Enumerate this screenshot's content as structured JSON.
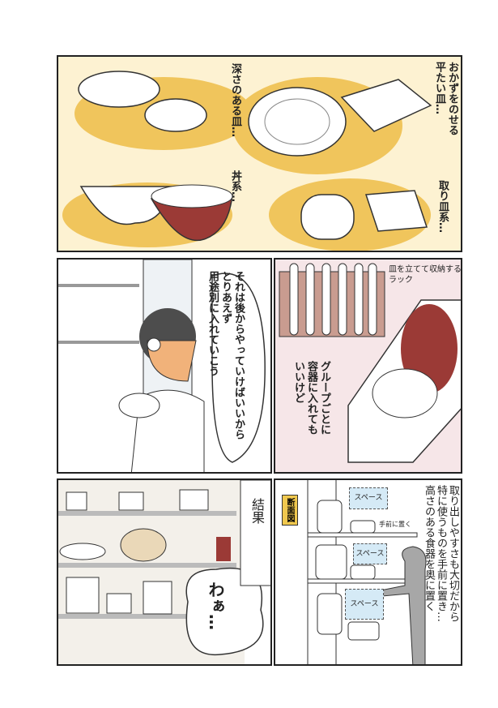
{
  "panel1": {
    "flat_plates": "おかずをのせる\n平たい皿…",
    "deep_plates": "深さのある皿…",
    "bowls": "丼系…",
    "small_plates": "取り皿系…"
  },
  "panel2": {
    "speech": "それは後からやっていけばいいから\nとりあえず\n用途別に入れていこう"
  },
  "panel3": {
    "rack_note": "皿を立てて収納する\nラック",
    "caption": "グループごとに\n容器に入れても\nいいけど"
  },
  "panel4": {
    "result": "結果",
    "exclaim": "わぁ…"
  },
  "panel5": {
    "label": "断面図",
    "space": "スペース",
    "front_note": "手前に置く",
    "caption": "取り出しやすさも大切だから\n特に使うものを手前に置き…\n高さのある食器を奥に置く"
  },
  "colors": {
    "yellow_bg": "#fdf2d2",
    "plate_shadow": "#f0c55c",
    "pink_bg": "#f6e6e8",
    "bowl_red": "#9b3a36",
    "space_blue": "#d5eaf6"
  }
}
